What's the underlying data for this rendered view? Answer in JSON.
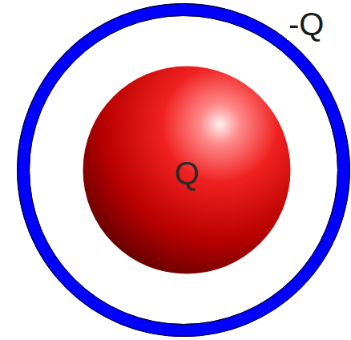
{
  "diagram": {
    "nodes": [
      {
        "text": [
          "-Q"
        ]
      },
      {
        "text": [
          "Q"
        ],
        "in": 0
      }
    ]
  }
}
